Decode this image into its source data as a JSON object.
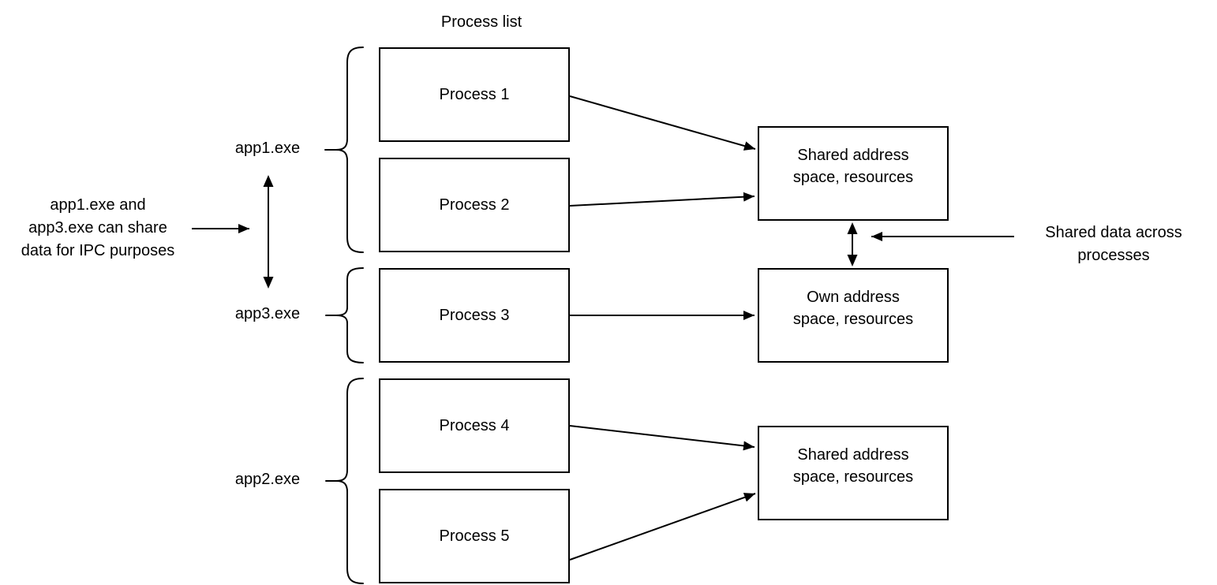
{
  "diagram": {
    "title": "Process list",
    "colors": {
      "background": "#ffffff",
      "stroke": "#000000",
      "text": "#000000"
    },
    "process_boxes": [
      {
        "label": "Process 1"
      },
      {
        "label": "Process 2"
      },
      {
        "label": "Process 3"
      },
      {
        "label": "Process 4"
      },
      {
        "label": "Process 5"
      }
    ],
    "resource_boxes": [
      {
        "lines": [
          "Shared address",
          "space, resources"
        ]
      },
      {
        "lines": [
          "Own address",
          "space, resources"
        ]
      },
      {
        "lines": [
          "Shared address",
          "space, resources"
        ]
      }
    ],
    "group_labels": [
      {
        "label": "app1.exe"
      },
      {
        "label": "app3.exe"
      },
      {
        "label": "app2.exe"
      }
    ],
    "annotations": {
      "left": {
        "lines": [
          "app1.exe and",
          "app3.exe can share",
          "data for IPC purposes"
        ]
      },
      "right": {
        "lines": [
          "Shared data across",
          "processes"
        ]
      }
    }
  }
}
